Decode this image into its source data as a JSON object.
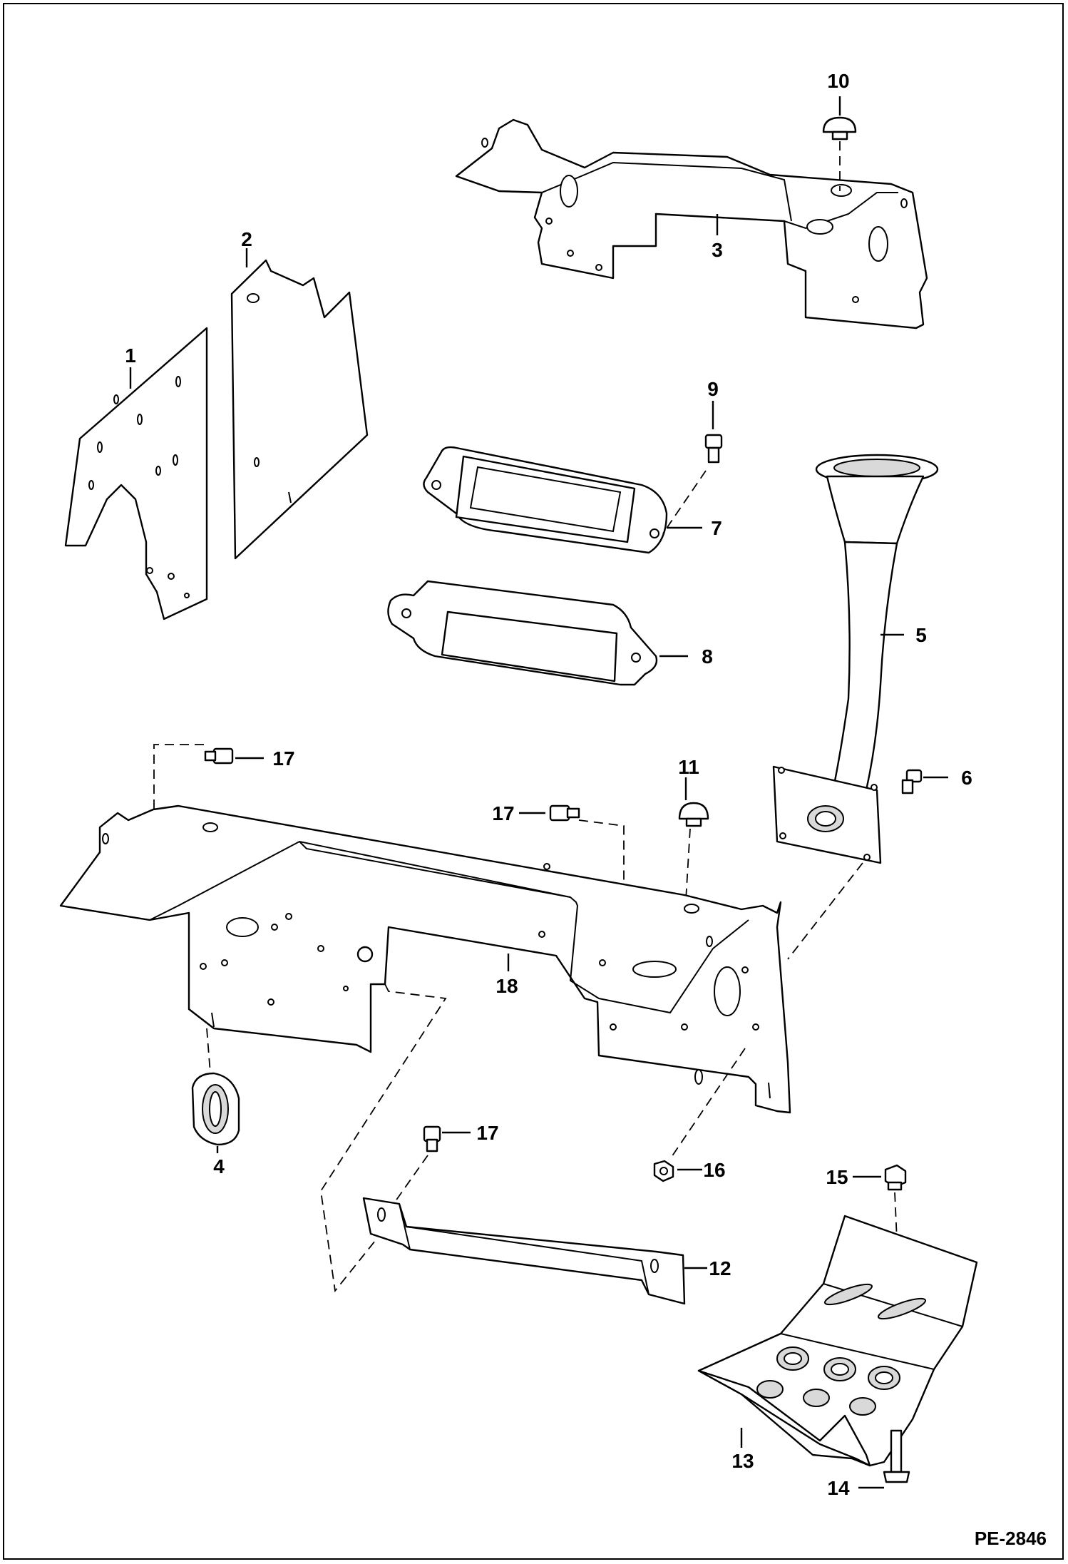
{
  "figure_code": "PE-2846",
  "callouts": {
    "c1": "1",
    "c2": "2",
    "c3": "3",
    "c4": "4",
    "c5": "5",
    "c6": "6",
    "c7": "7",
    "c8": "8",
    "c9": "9",
    "c10": "10",
    "c11": "11",
    "c12": "12",
    "c13": "13",
    "c14": "14",
    "c15": "15",
    "c16": "16",
    "c17a": "17",
    "c17b": "17",
    "c17c": "17",
    "c18": "18"
  }
}
